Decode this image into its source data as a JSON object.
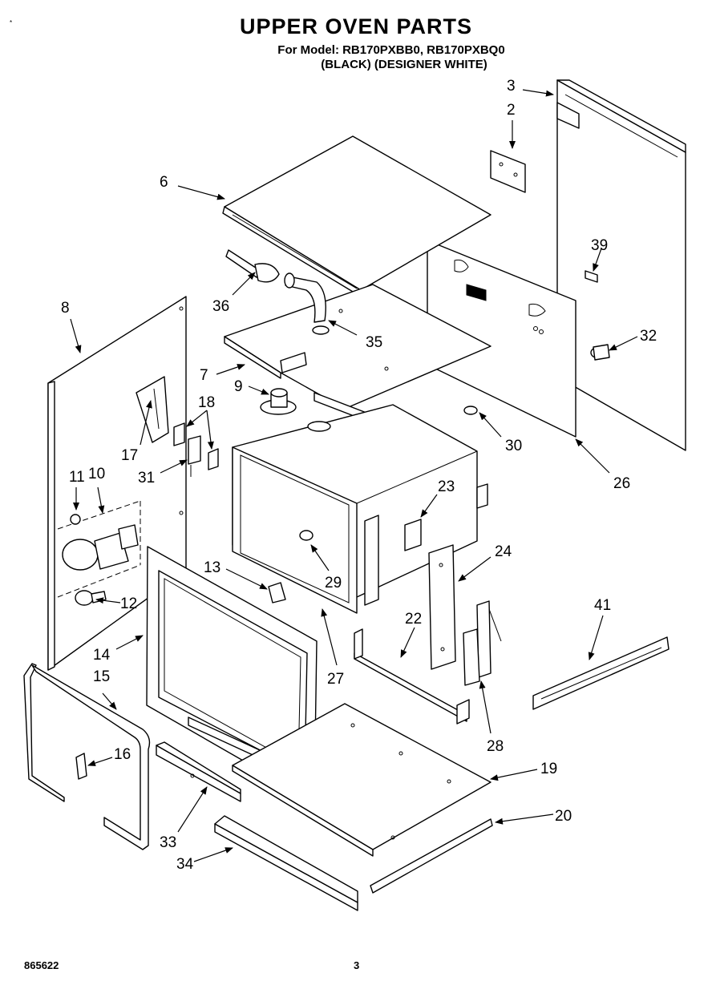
{
  "header": {
    "title": "UPPER OVEN PARTS",
    "model_line": "For Model: RB170PXBB0, RB170PXBQ0",
    "variant_line": "(BLACK)  (DESIGNER WHITE)"
  },
  "footer": {
    "doc_number": "865622",
    "page_number": "3"
  },
  "corner_mark": "*",
  "callouts": {
    "c2": "2",
    "c3": "3",
    "c6": "6",
    "c7": "7",
    "c8": "8",
    "c9": "9",
    "c10": "10",
    "c11": "11",
    "c12": "12",
    "c13": "13",
    "c14": "14",
    "c15": "15",
    "c16": "16",
    "c17": "17",
    "c18": "18",
    "c19": "19",
    "c20": "20",
    "c22": "22",
    "c23": "23",
    "c24": "24",
    "c26": "26",
    "c27": "27",
    "c28": "28",
    "c29": "29",
    "c30": "30",
    "c31": "31",
    "c32": "32",
    "c33": "33",
    "c34": "34",
    "c35": "35",
    "c36": "36",
    "c39": "39",
    "c41": "41"
  }
}
